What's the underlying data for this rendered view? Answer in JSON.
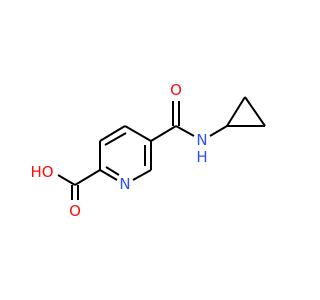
{
  "molecule": {
    "bond_color": "#000000",
    "atoms": [
      {
        "id": "O_amide",
        "label": "O",
        "color": "#ff0d0d",
        "name": "oxygen-atom-amide"
      },
      {
        "id": "N_amide",
        "label": "N",
        "sub": "H",
        "color": "#3050f8",
        "name": "nitrogen-atom-amide"
      },
      {
        "id": "N_ring",
        "label": "N",
        "color": "#3050f8",
        "name": "nitrogen-atom-pyridine"
      },
      {
        "id": "O_hydroxyl",
        "label": "HO",
        "color": "#ff0d0d",
        "name": "hydroxyl-group"
      },
      {
        "id": "O_carbonyl",
        "label": "O",
        "color": "#ff0d0d",
        "name": "oxygen-atom-carbonyl"
      }
    ]
  }
}
